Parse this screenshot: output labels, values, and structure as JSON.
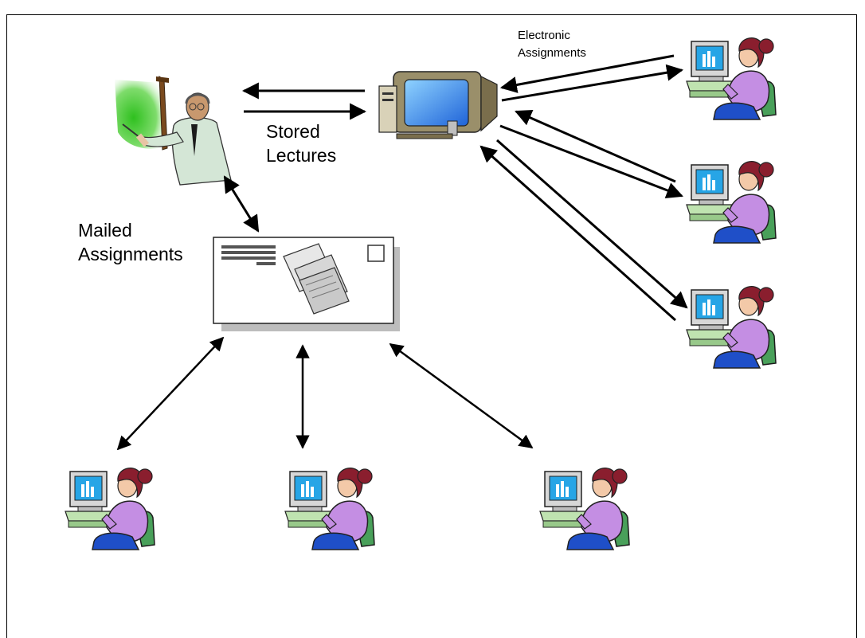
{
  "header_text": "",
  "labels": {
    "stored_lectures": [
      "Stored",
      "Lectures"
    ],
    "mailed_assignments": [
      "Mailed",
      "Assignments"
    ],
    "electronic_assignments": [
      "Electronic",
      "Assignments"
    ]
  },
  "nodes": {
    "instructor": "instructor-icon",
    "server": "computer-icon",
    "mail": "envelope-icon",
    "students": [
      "student-icon",
      "student-icon",
      "student-icon",
      "student-icon",
      "student-icon",
      "student-icon"
    ]
  },
  "colors": {
    "screen_green": "#4ccf3a",
    "monitor_blue": "#1f63d8",
    "student_purple": "#c48ee3",
    "student_hair": "#8a1e2e",
    "chair_green": "#49a05a",
    "envelope_shadow": "#bdbdbd"
  }
}
